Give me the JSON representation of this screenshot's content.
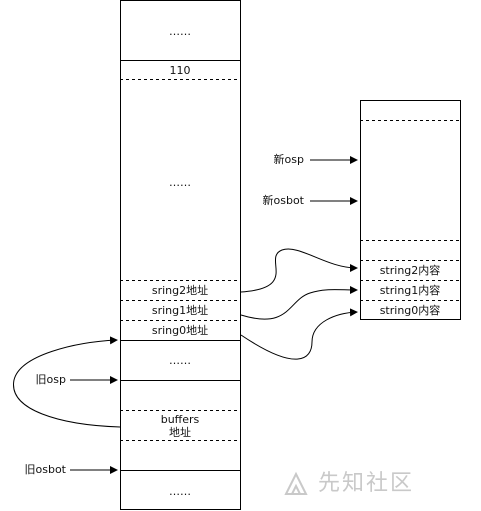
{
  "left_stack": {
    "top_ellipsis": "……",
    "val_110": "110",
    "mid_ellipsis": "……",
    "sring2": "sring2地址",
    "sring1": "sring1地址",
    "sring0": "sring0地址",
    "ellipsis_after": "……",
    "buffers_line1": "buffers",
    "buffers_line2": "地址",
    "bottom_ellipsis": "……"
  },
  "right_stack": {
    "string2": "string2内容",
    "string1": "string1内容",
    "string0": "string0内容"
  },
  "pointers": {
    "new_osp": "新osp",
    "new_osbot": "新osbot",
    "old_osp": "旧osp",
    "old_osbot": "旧osbot"
  },
  "watermark": {
    "text": "先知社区"
  },
  "colors": {
    "stroke": "#000000",
    "watermark": "#c9c9c9"
  }
}
